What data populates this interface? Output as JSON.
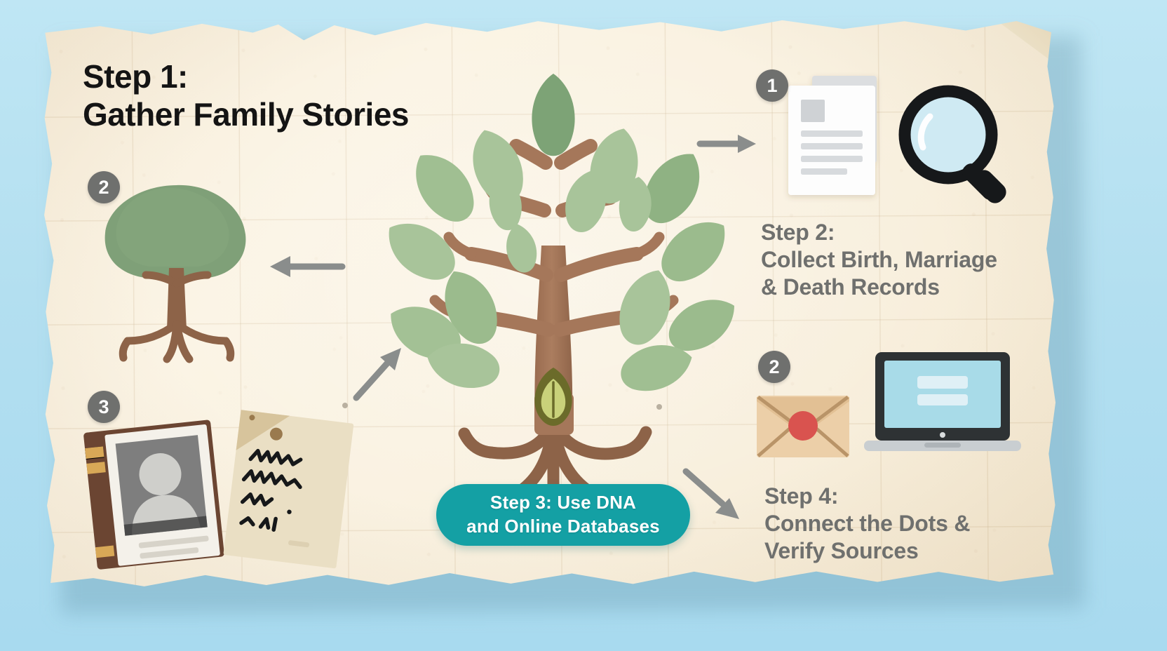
{
  "poster": {
    "title_line1": "Step 1:",
    "title_line2": "Gather Family Stories",
    "background_color": "#b8e2f2",
    "paper_color": "#fbf4e5",
    "accent_color": "#14a0a4",
    "step_text_color": "#6f706e",
    "title_color": "#141414"
  },
  "steps": [
    {
      "badge": "1",
      "heading": "Step 2:",
      "line2": "Collect Birth, Marriage",
      "line3": "& Death Records",
      "icons": [
        "document-icon",
        "magnifier-icon"
      ]
    },
    {
      "badge": "2",
      "heading": "",
      "line2": "",
      "line3": "",
      "icons": [
        "small-tree-with-roots-icon"
      ]
    },
    {
      "badge": "3",
      "heading": "",
      "line2": "",
      "line3": "",
      "icons": [
        "photo-album-icon",
        "handwritten-note-icon"
      ]
    },
    {
      "badge": "2",
      "heading": "Step 4:",
      "line2": "Connect the Dots &",
      "line3": "Verify Sources",
      "icons": [
        "envelope-icon",
        "laptop-icon"
      ]
    }
  ],
  "badges": {
    "document_badge": "1",
    "tree_badge": "2",
    "album_badge": "3",
    "laptop_badge": "2"
  },
  "pill": {
    "line1": "Step 3:  Use DNA",
    "line2": "and Online Databases",
    "color": "#14a0a4",
    "text_color": "#ffffff"
  },
  "step2": {
    "heading": "Step 2:",
    "line2": "Collect Birth, Marriage",
    "line3": "& Death Records"
  },
  "step4": {
    "heading": "Step 4:",
    "line2": "Connect the Dots &",
    "line3": "Verify Sources"
  },
  "palette": {
    "leaf_light": "#a8c49a",
    "leaf_mid": "#9bbb8d",
    "leaf_dark": "#7da376",
    "trunk": "#a5775a",
    "trunk_dark": "#8d6348",
    "arrow_gray": "#8a8d8c",
    "envelope": "#eccfa8",
    "envelope_seal": "#d9534f",
    "laptop_screen": "#a8dbe8",
    "seed_outer": "#6b6b2a",
    "seed_inner": "#c9d17a",
    "album_cover": "#6b4532",
    "note_paper": "#eadfc4"
  },
  "arrows": [
    {
      "name": "arrow-to-records",
      "direction": "right"
    },
    {
      "name": "arrow-to-small-tree",
      "direction": "left"
    },
    {
      "name": "arrow-to-center-tree",
      "direction": "up-right"
    },
    {
      "name": "arrow-to-connect-dots",
      "direction": "down-right"
    }
  ]
}
